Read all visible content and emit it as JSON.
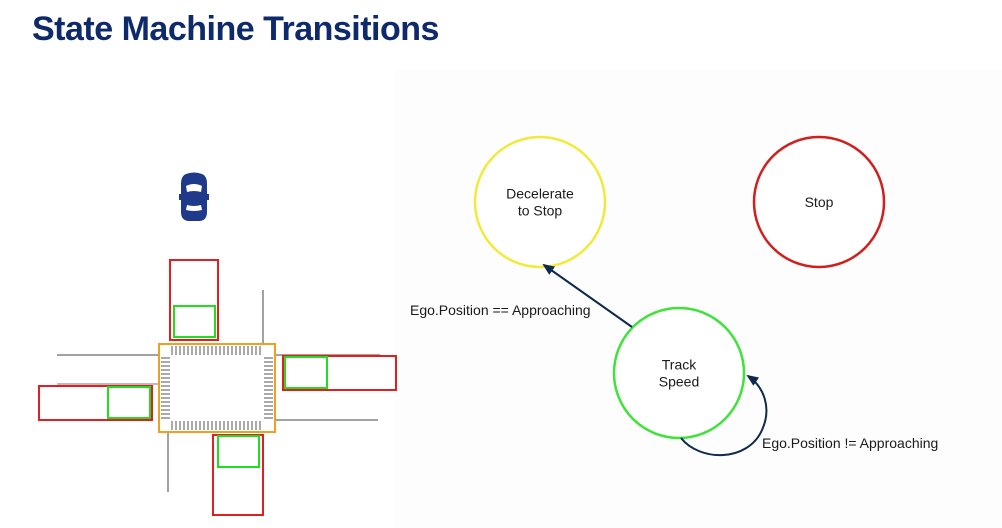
{
  "slide": {
    "title": "State Machine Transitions"
  },
  "colors": {
    "title": "#0f2a6b",
    "state_decelerate": "#f2ea3a",
    "state_stop": "#d0201e",
    "state_track": "#3fe33a",
    "transition_arrow": "#0f2a4a",
    "car": "#1f3a8a",
    "zone_red": "#e02020",
    "zone_green": "#22dd22",
    "intersection_orange": "#f0a020"
  },
  "states": {
    "decelerate": "Decelerate\nto Stop",
    "stop": "Stop",
    "track": "Track\nSpeed"
  },
  "transitions": {
    "to_decelerate": "Ego.Position == Approaching",
    "self_loop": "Ego.Position != Approaching"
  },
  "scene": {
    "car_icon": "car-icon"
  }
}
